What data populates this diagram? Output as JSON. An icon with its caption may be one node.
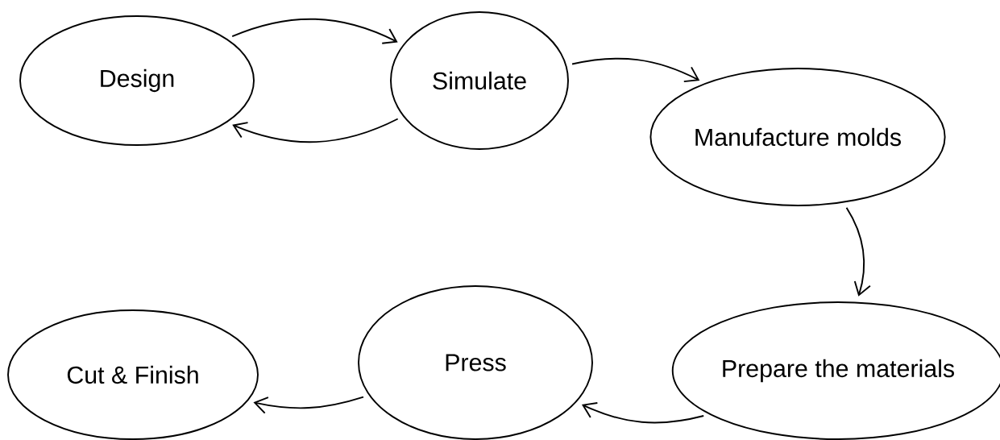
{
  "diagram": {
    "nodes": [
      {
        "text": [
          "Design"
        ]
      },
      {
        "text": [
          "Simulate"
        ]
      },
      {
        "text": [
          "Manufacture molds"
        ]
      },
      {
        "text": [
          "Prepare the materials"
        ]
      },
      {
        "text": [
          "Press"
        ]
      },
      {
        "text": [
          "Cut & Finish"
        ]
      }
    ],
    "edges": [
      {
        "from": 0,
        "to": 1,
        "arrow": "to"
      },
      {
        "from": 1,
        "to": 0,
        "arrow": "to"
      },
      {
        "from": 1,
        "to": 2,
        "arrow": "to"
      },
      {
        "from": 2,
        "to": 3,
        "arrow": "to"
      },
      {
        "from": 3,
        "to": 4,
        "arrow": "to"
      },
      {
        "from": 4,
        "to": 5,
        "arrow": "to"
      }
    ]
  }
}
